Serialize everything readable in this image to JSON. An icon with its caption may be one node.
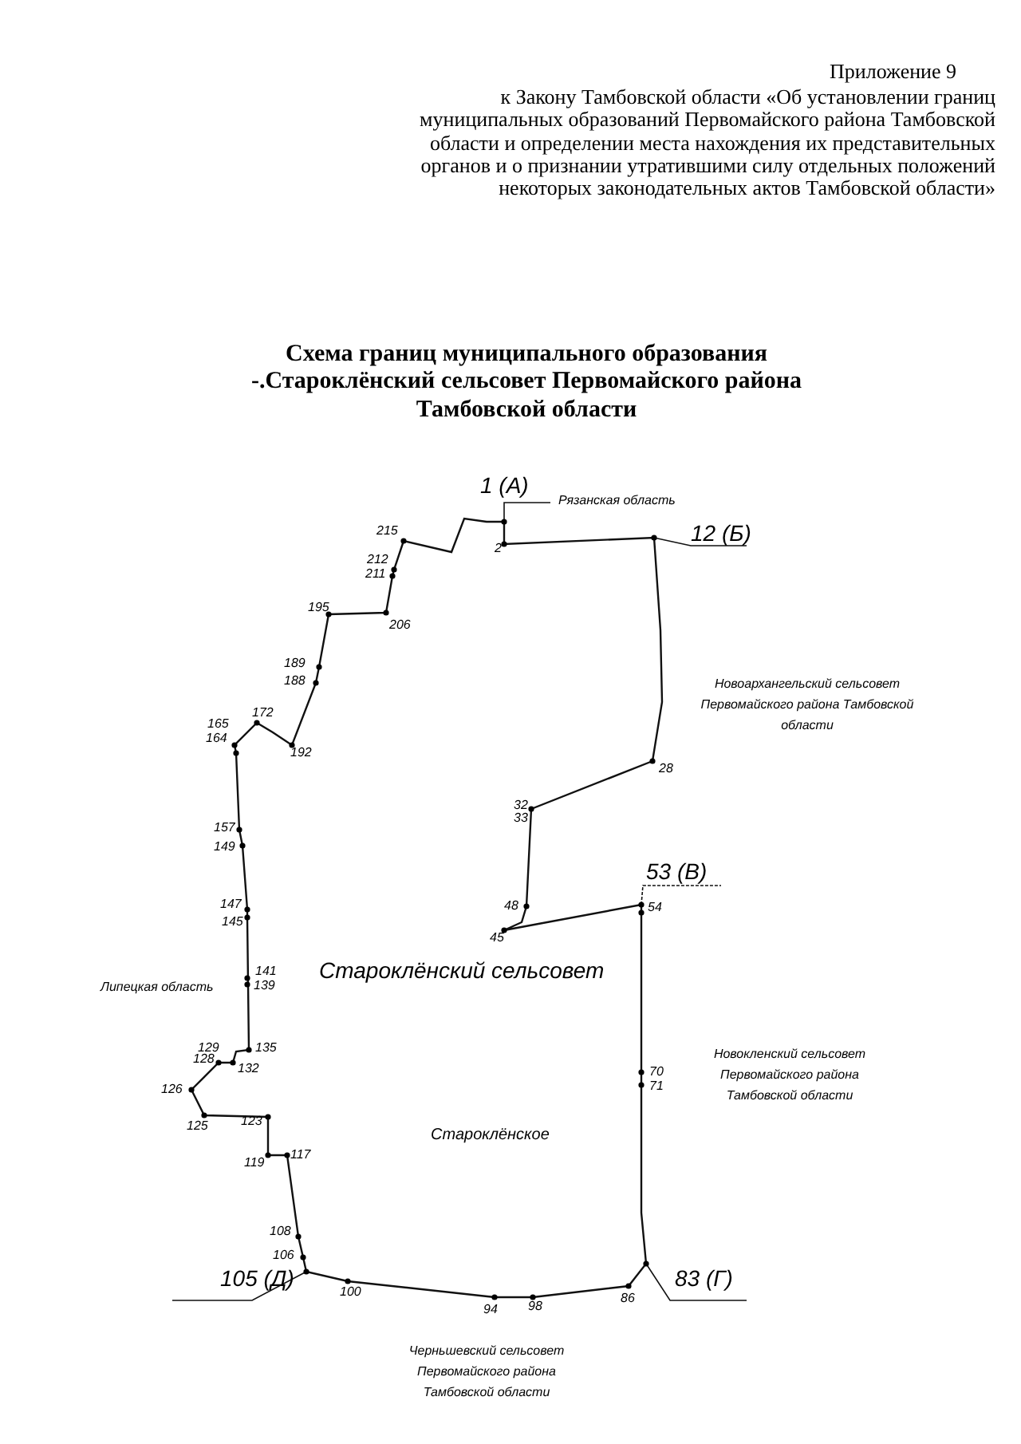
{
  "diagram": {
    "title": "Схема границ муниципального образования -.Староклёнский сельсовет Первомайского района Тамбовской области",
    "labels": [
      "Приложение 9",
      "к Закону Тамбовской области «Об установлении границ муниципальных образований Первомайского района Тамбовской области и определении места нахождения их представительных органов и о признании утратившими силу отдельных положений некоторых законодательных актов Тамбовской области»",
      "1 (А)",
      "Рязанская область",
      "12 (Б)",
      "215",
      "2",
      "212",
      "211",
      "195",
      "206",
      "189",
      "188",
      "172",
      "165",
      "164",
      "192",
      "Новоархангельский сельсовет Первомайского района Тамбовской области",
      "28",
      "32",
      "33",
      "157",
      "149",
      "53 (В)",
      "147",
      "145",
      "48",
      "54",
      "45",
      "141",
      "139",
      "Липецкая область",
      "Староклёнский сельсовет",
      "129",
      "128",
      "135",
      "132",
      "Новокленский сельсовет Первомайского района Тамбовской области",
      "70",
      "71",
      "126",
      "125",
      "123",
      "Староклёнское",
      "119",
      "117",
      "108",
      "106",
      "105 (Д)",
      "100",
      "83 (Г)",
      "94",
      "98",
      "86",
      "Черньшевский сельсовет Первомайского района Тамбовской области"
    ]
  }
}
